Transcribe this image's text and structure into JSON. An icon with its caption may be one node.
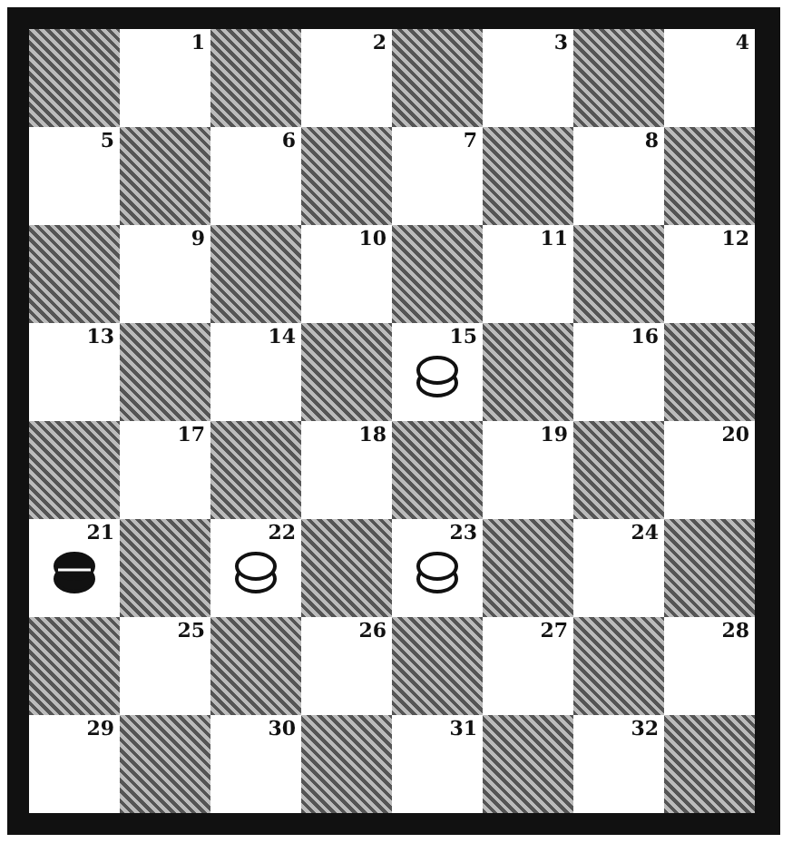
{
  "diagram": {
    "nodes": [
      {
        "text": [
          "1"
        ]
      },
      {
        "text": [
          "2"
        ]
      },
      {
        "text": [
          "3"
        ]
      },
      {
        "text": [
          "4"
        ]
      },
      {
        "text": [
          "5"
        ]
      },
      {
        "text": [
          "6"
        ]
      },
      {
        "text": [
          "7"
        ]
      },
      {
        "text": [
          "8"
        ]
      },
      {
        "text": [
          "9"
        ]
      },
      {
        "text": [
          "10"
        ]
      },
      {
        "text": [
          "11"
        ]
      },
      {
        "text": [
          "12"
        ]
      },
      {
        "text": [
          "13"
        ]
      },
      {
        "text": [
          "14"
        ]
      },
      {
        "text": [
          "15"
        ]
      },
      {
        "text": [
          "16"
        ]
      },
      {
        "text": [
          "17"
        ]
      },
      {
        "text": [
          "18"
        ]
      },
      {
        "text": [
          "19"
        ]
      },
      {
        "text": [
          "20"
        ]
      },
      {
        "text": [
          "21"
        ]
      },
      {
        "text": [
          "22"
        ]
      },
      {
        "text": [
          "23"
        ]
      },
      {
        "text": [
          "24"
        ]
      },
      {
        "text": [
          "25"
        ]
      },
      {
        "text": [
          "26"
        ]
      },
      {
        "text": [
          "27"
        ]
      },
      {
        "text": [
          "28"
        ]
      },
      {
        "text": [
          "29"
        ]
      },
      {
        "text": [
          "30"
        ]
      },
      {
        "text": [
          "31"
        ]
      },
      {
        "text": [
          "32"
        ]
      },
      {
        "text": [],
        "shape": "circle",
        "in": 14
      },
      {
        "text": [],
        "shape": "circle",
        "in": 20
      },
      {
        "text": [],
        "shape": "circle",
        "in": 21
      },
      {
        "text": [],
        "shape": "circle",
        "in": 22
      }
    ]
  }
}
